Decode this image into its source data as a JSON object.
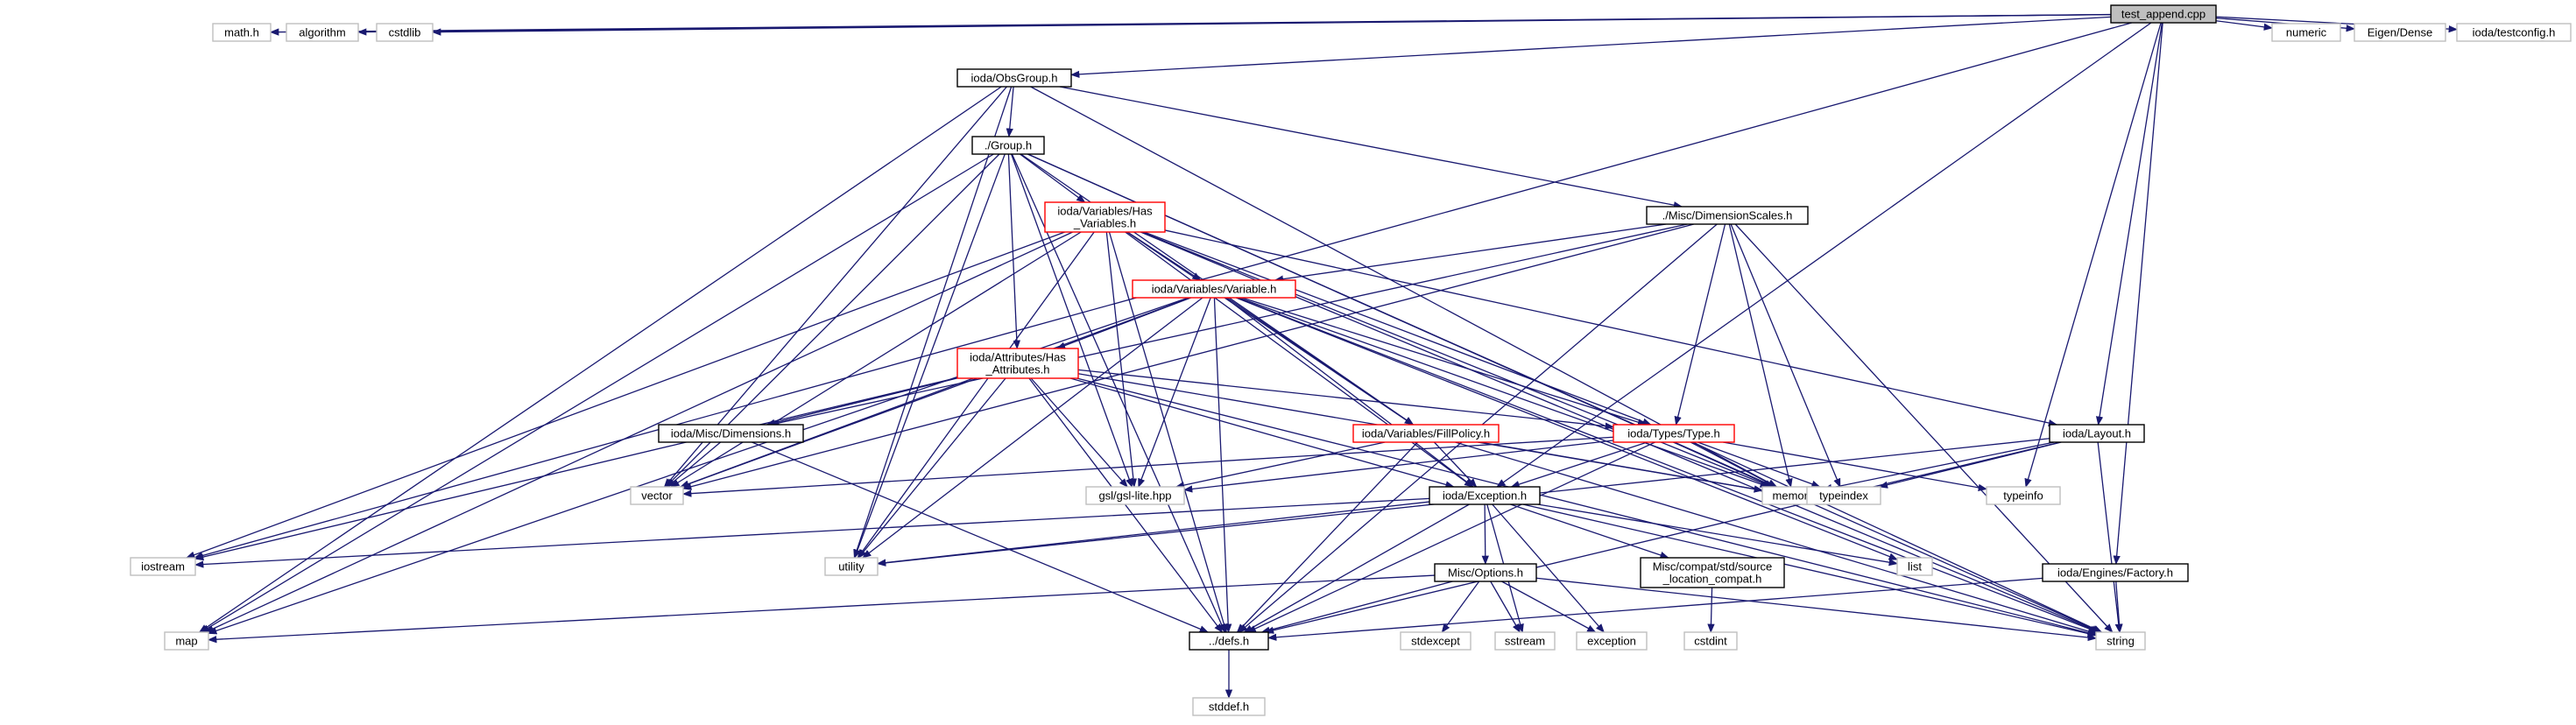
{
  "title": "",
  "colors": {
    "edge": "#191970",
    "root_fill": "#bfbfbf",
    "border_normal": "#000000",
    "border_red": "#ff0000",
    "border_sys": "#bfbfbf"
  },
  "nodes": [
    {
      "id": "root",
      "lines": [
        "test_append.cpp"
      ],
      "style": "root"
    },
    {
      "id": "math",
      "lines": [
        "math.h"
      ],
      "style": "sys"
    },
    {
      "id": "algorithm",
      "lines": [
        "algorithm"
      ],
      "style": "sys"
    },
    {
      "id": "cstdlib",
      "lines": [
        "cstdlib"
      ],
      "style": "sys"
    },
    {
      "id": "obsgroup",
      "lines": [
        "ioda/ObsGroup.h"
      ],
      "style": "normal"
    },
    {
      "id": "numeric",
      "lines": [
        "numeric"
      ],
      "style": "sys"
    },
    {
      "id": "eigen",
      "lines": [
        "Eigen/Dense"
      ],
      "style": "sys"
    },
    {
      "id": "testconfig",
      "lines": [
        "ioda/testconfig.h"
      ],
      "style": "sys"
    },
    {
      "id": "group",
      "lines": [
        "./Group.h"
      ],
      "style": "normal"
    },
    {
      "id": "hasvars",
      "lines": [
        "ioda/Variables/Has",
        "_Variables.h"
      ],
      "style": "red"
    },
    {
      "id": "dimscales",
      "lines": [
        "./Misc/DimensionScales.h"
      ],
      "style": "normal"
    },
    {
      "id": "variable",
      "lines": [
        "ioda/Variables/Variable.h"
      ],
      "style": "red"
    },
    {
      "id": "hasattrs",
      "lines": [
        "ioda/Attributes/Has",
        "_Attributes.h"
      ],
      "style": "red"
    },
    {
      "id": "dimensions",
      "lines": [
        "ioda/Misc/Dimensions.h"
      ],
      "style": "normal"
    },
    {
      "id": "fillpolicy",
      "lines": [
        "ioda/Variables/FillPolicy.h"
      ],
      "style": "red"
    },
    {
      "id": "type",
      "lines": [
        "ioda/Types/Type.h"
      ],
      "style": "red"
    },
    {
      "id": "layout",
      "lines": [
        "ioda/Layout.h"
      ],
      "style": "normal"
    },
    {
      "id": "typeinfo",
      "lines": [
        "typeinfo"
      ],
      "style": "sys"
    },
    {
      "id": "vector",
      "lines": [
        "vector"
      ],
      "style": "sys"
    },
    {
      "id": "gsl",
      "lines": [
        "gsl/gsl-lite.hpp"
      ],
      "style": "sys"
    },
    {
      "id": "exception_h",
      "lines": [
        "ioda/Exception.h"
      ],
      "style": "normal"
    },
    {
      "id": "memory",
      "lines": [
        "memory"
      ],
      "style": "sys"
    },
    {
      "id": "typeindex",
      "lines": [
        "typeindex"
      ],
      "style": "sys"
    },
    {
      "id": "iostream",
      "lines": [
        "iostream"
      ],
      "style": "sys"
    },
    {
      "id": "utility",
      "lines": [
        "utility"
      ],
      "style": "sys"
    },
    {
      "id": "options",
      "lines": [
        "Misc/Options.h"
      ],
      "style": "normal"
    },
    {
      "id": "sourceloc",
      "lines": [
        "Misc/compat/std/source",
        "_location_compat.h"
      ],
      "style": "normal"
    },
    {
      "id": "list",
      "lines": [
        "list"
      ],
      "style": "sys"
    },
    {
      "id": "factory",
      "lines": [
        "ioda/Engines/Factory.h"
      ],
      "style": "normal"
    },
    {
      "id": "map",
      "lines": [
        "map"
      ],
      "style": "sys"
    },
    {
      "id": "defs",
      "lines": [
        "../defs.h"
      ],
      "style": "normal"
    },
    {
      "id": "stdexcept",
      "lines": [
        "stdexcept"
      ],
      "style": "sys"
    },
    {
      "id": "sstream",
      "lines": [
        "sstream"
      ],
      "style": "sys"
    },
    {
      "id": "exception",
      "lines": [
        "exception"
      ],
      "style": "sys"
    },
    {
      "id": "string",
      "lines": [
        "string"
      ],
      "style": "sys"
    },
    {
      "id": "cstdint",
      "lines": [
        "cstdint"
      ],
      "style": "sys"
    },
    {
      "id": "stddef",
      "lines": [
        "stddef.h"
      ],
      "style": "sys"
    }
  ],
  "edges": [
    [
      "root",
      "math"
    ],
    [
      "root",
      "algorithm"
    ],
    [
      "root",
      "cstdlib"
    ],
    [
      "root",
      "obsgroup"
    ],
    [
      "root",
      "numeric"
    ],
    [
      "root",
      "eigen"
    ],
    [
      "root",
      "testconfig"
    ],
    [
      "root",
      "iostream"
    ],
    [
      "root",
      "exception_h"
    ],
    [
      "root",
      "layout"
    ],
    [
      "root",
      "typeinfo"
    ],
    [
      "root",
      "factory"
    ],
    [
      "obsgroup",
      "group"
    ],
    [
      "obsgroup",
      "dimscales"
    ],
    [
      "obsgroup",
      "vector"
    ],
    [
      "obsgroup",
      "memory"
    ],
    [
      "obsgroup",
      "map"
    ],
    [
      "obsgroup",
      "utility"
    ],
    [
      "group",
      "hasvars"
    ],
    [
      "group",
      "hasattrs"
    ],
    [
      "group",
      "fillpolicy"
    ],
    [
      "group",
      "vector"
    ],
    [
      "group",
      "gsl"
    ],
    [
      "group",
      "memory"
    ],
    [
      "group",
      "string"
    ],
    [
      "group",
      "map"
    ],
    [
      "group",
      "utility"
    ],
    [
      "group",
      "defs"
    ],
    [
      "hasvars",
      "variable"
    ],
    [
      "hasvars",
      "fillpolicy"
    ],
    [
      "hasvars",
      "type"
    ],
    [
      "hasvars",
      "exception_h"
    ],
    [
      "hasvars",
      "layout"
    ],
    [
      "hasvars",
      "vector"
    ],
    [
      "hasvars",
      "gsl"
    ],
    [
      "hasvars",
      "memory"
    ],
    [
      "hasvars",
      "string"
    ],
    [
      "hasvars",
      "iostream"
    ],
    [
      "hasvars",
      "map"
    ],
    [
      "hasvars",
      "utility"
    ],
    [
      "hasvars",
      "defs"
    ],
    [
      "dimscales",
      "variable"
    ],
    [
      "dimscales",
      "dimensions"
    ],
    [
      "dimscales",
      "type"
    ],
    [
      "dimscales",
      "memory"
    ],
    [
      "dimscales",
      "typeindex"
    ],
    [
      "dimscales",
      "string"
    ],
    [
      "dimscales",
      "vector"
    ],
    [
      "dimscales",
      "defs"
    ],
    [
      "variable",
      "hasattrs"
    ],
    [
      "variable",
      "fillpolicy"
    ],
    [
      "variable",
      "type"
    ],
    [
      "variable",
      "exception_h"
    ],
    [
      "variable",
      "gsl"
    ],
    [
      "variable",
      "memory"
    ],
    [
      "variable",
      "string"
    ],
    [
      "variable",
      "vector"
    ],
    [
      "variable",
      "utility"
    ],
    [
      "variable",
      "map"
    ],
    [
      "variable",
      "list"
    ],
    [
      "variable",
      "defs"
    ],
    [
      "hasattrs",
      "dimensions"
    ],
    [
      "hasattrs",
      "type"
    ],
    [
      "hasattrs",
      "exception_h"
    ],
    [
      "hasattrs",
      "gsl"
    ],
    [
      "hasattrs",
      "vector"
    ],
    [
      "hasattrs",
      "memory"
    ],
    [
      "hasattrs",
      "string"
    ],
    [
      "hasattrs",
      "iostream"
    ],
    [
      "hasattrs",
      "utility"
    ],
    [
      "hasattrs",
      "defs"
    ],
    [
      "dimensions",
      "vector"
    ],
    [
      "dimensions",
      "defs"
    ],
    [
      "fillpolicy",
      "exception_h"
    ],
    [
      "fillpolicy",
      "gsl"
    ],
    [
      "fillpolicy",
      "memory"
    ],
    [
      "fillpolicy",
      "string"
    ],
    [
      "fillpolicy",
      "defs"
    ],
    [
      "type",
      "exception_h"
    ],
    [
      "type",
      "gsl"
    ],
    [
      "type",
      "memory"
    ],
    [
      "type",
      "typeindex"
    ],
    [
      "type",
      "typeinfo"
    ],
    [
      "type",
      "vector"
    ],
    [
      "type",
      "string"
    ],
    [
      "type",
      "defs"
    ],
    [
      "layout",
      "memory"
    ],
    [
      "layout",
      "typeindex"
    ],
    [
      "layout",
      "string"
    ],
    [
      "layout",
      "utility"
    ],
    [
      "layout",
      "defs"
    ],
    [
      "exception_h",
      "options"
    ],
    [
      "exception_h",
      "sourceloc"
    ],
    [
      "exception_h",
      "list"
    ],
    [
      "exception_h",
      "iostream"
    ],
    [
      "exception_h",
      "utility"
    ],
    [
      "exception_h",
      "string"
    ],
    [
      "exception_h",
      "exception"
    ],
    [
      "exception_h",
      "sstream"
    ],
    [
      "exception_h",
      "defs"
    ],
    [
      "options",
      "stdexcept"
    ],
    [
      "options",
      "sstream"
    ],
    [
      "options",
      "exception"
    ],
    [
      "options",
      "string"
    ],
    [
      "options",
      "map"
    ],
    [
      "options",
      "defs"
    ],
    [
      "sourceloc",
      "cstdint"
    ],
    [
      "factory",
      "string"
    ],
    [
      "factory",
      "defs"
    ],
    [
      "defs",
      "stddef"
    ]
  ]
}
